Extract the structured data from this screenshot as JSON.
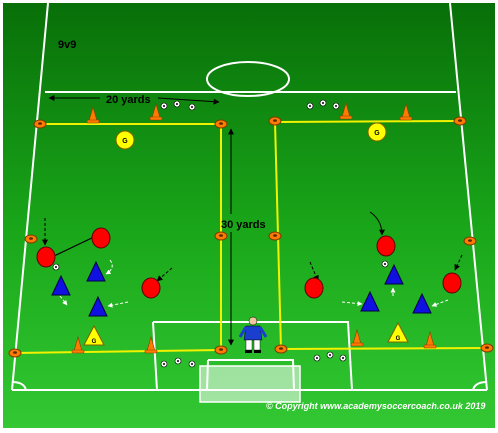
{
  "format_label": "9v9",
  "width_label": "20 yards",
  "length_label": "30 yards",
  "copyright": "© Copyright www.academysoccercoach.co.uk 2019",
  "zone_letter": "G",
  "colors": {
    "grass_top": "#0b7a0b",
    "grass_bottom": "#2fc42f",
    "pitch_line": "#ffffff",
    "grid_line": "#f2f200",
    "cone": "#ff7a00",
    "red_player": "#ff0000",
    "blue_player": "#1010e0",
    "yellow_zone": "#ffff00"
  }
}
